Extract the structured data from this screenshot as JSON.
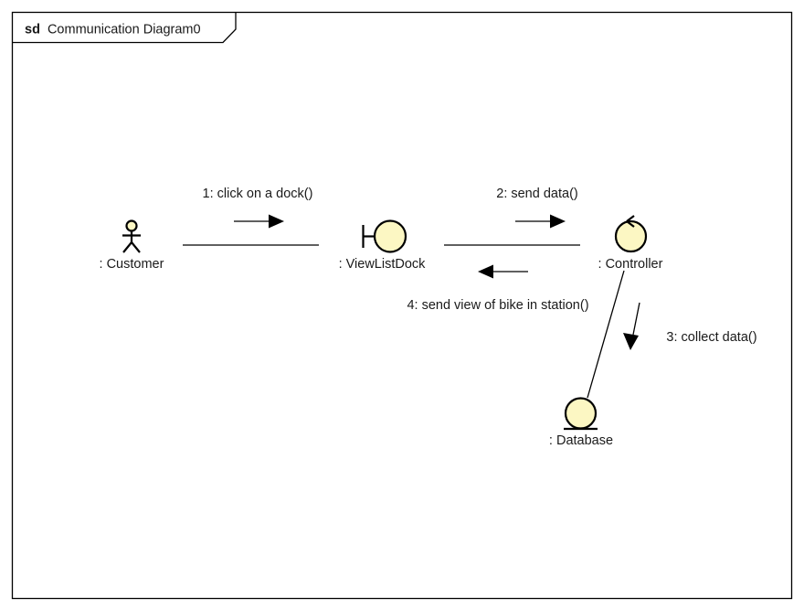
{
  "frame": {
    "keyword": "sd",
    "title": "Communication Diagram0"
  },
  "objects": {
    "customer": {
      "label": ": Customer"
    },
    "view": {
      "label": ": ViewListDock"
    },
    "controller": {
      "label": ": Controller"
    },
    "database": {
      "label": ": Database"
    }
  },
  "messages": [
    {
      "label": "1: click on a dock()"
    },
    {
      "label": "2: send data()"
    },
    {
      "label": "3: collect data()"
    },
    {
      "label": "4: send view of bike in station()"
    }
  ],
  "colors": {
    "object_fill": "#fcf7c3",
    "line": "#000000"
  }
}
